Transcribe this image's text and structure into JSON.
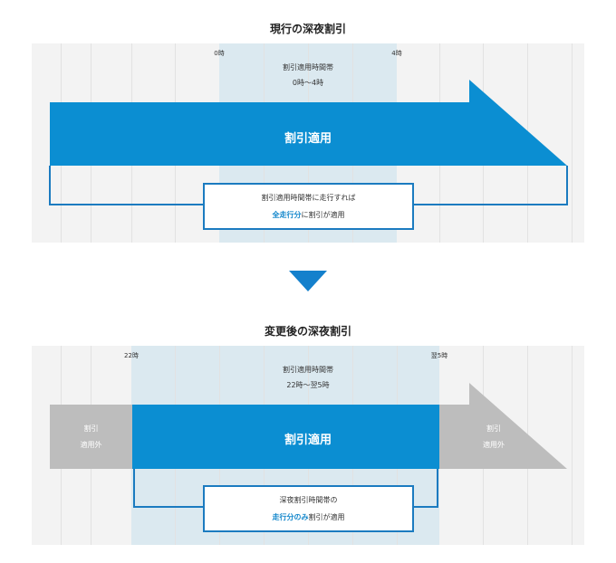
{
  "colors": {
    "accent_blue": "#0b8ed2",
    "bracket_blue": "#1b7bc0",
    "band_blue": "#dbe9f0",
    "panel_bg": "#f3f3f3",
    "gray_arrow": "#bdbdbd",
    "down_arrow": "#1480cc"
  },
  "current": {
    "title": "現行の深夜割引",
    "tick_start": "0時",
    "tick_end": "4時",
    "band_line1": "割引適用時間帯",
    "band_line2": "0時～4時",
    "arrow_label": "割引適用",
    "note_line1": "割引適用時間帯に走行すれば",
    "note_accent": "全走行分",
    "note_rest": "に割引が適用"
  },
  "transition_icon": "down-triangle-icon",
  "revised": {
    "title": "変更後の深夜割引",
    "tick_start": "22時",
    "tick_end": "翌5時",
    "band_line1": "割引適用時間帯",
    "band_line2": "22時～翌5時",
    "arrow_label": "割引適用",
    "left_line1": "割引",
    "left_line2": "適用外",
    "right_line1": "割引",
    "right_line2": "適用外",
    "note_line1": "深夜割引時間帯の",
    "note_accent": "走行分のみ",
    "note_rest": "割引が適用"
  }
}
